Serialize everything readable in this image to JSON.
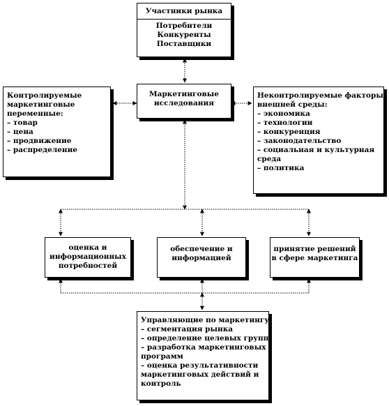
{
  "participants": {
    "title": "Участники рынка",
    "items": [
      "Потребители",
      "Конкуренты",
      "Поставщики"
    ]
  },
  "research": {
    "lines": [
      "Маркетинговые",
      "исследования"
    ]
  },
  "controllable": {
    "lines": [
      "Контролируемые",
      "маркетинговые",
      "переменные:",
      "– товар",
      "– цена",
      "– продвижение",
      "– распределение"
    ]
  },
  "uncontrollable": {
    "lines": [
      "Неконтролируемые факторы",
      "внешней среды:",
      "– экономика",
      "– технологии",
      "– конкуренция",
      "– законодательство",
      "– социальная и культурная",
      "среда",
      "– политика"
    ]
  },
  "assessment": {
    "lines": [
      "оценка и",
      "информационных",
      "потребностей"
    ]
  },
  "provision": {
    "lines": [
      "обеспечение и",
      "информацией"
    ]
  },
  "decisions": {
    "lines": [
      "принятие решений",
      "в сфере маркетинга"
    ]
  },
  "managers": {
    "lines": [
      "Управляющие по маркетингу:",
      "– сегментация рынка",
      "– определение целевых групп",
      "– разработка маркетинговых",
      "программ",
      "– оценка результативности",
      "маркетинговых действий и",
      "контроль"
    ]
  }
}
